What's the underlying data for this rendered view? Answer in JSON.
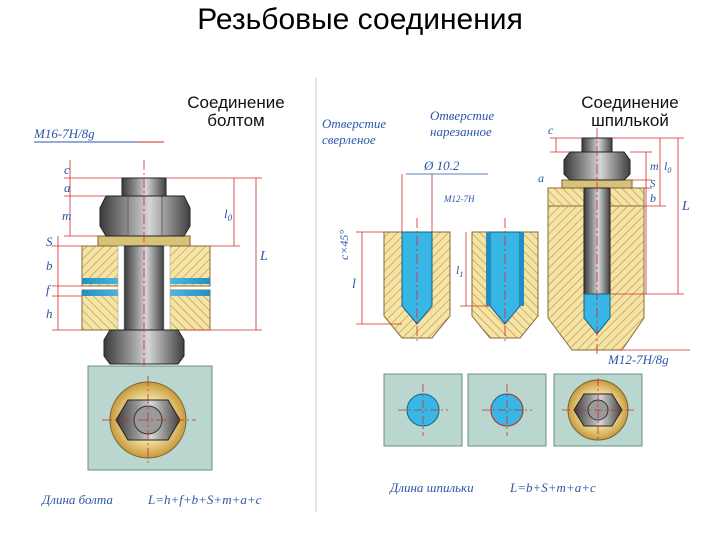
{
  "slide": {
    "title": "Резьбовые соединения"
  },
  "bolt_joint": {
    "heading_line1": "Соединение",
    "heading_line2": "болтом",
    "thread_spec": "M16-7H/8g",
    "dims": {
      "c": "c",
      "a": "a",
      "m": "m",
      "S": "S",
      "b": "b",
      "f": "f",
      "h": "h",
      "l0": "l",
      "l0_sub": "0",
      "L": "L"
    },
    "formula_label": "Длина болта",
    "formula": "L=h+f+b+S+m+a+c"
  },
  "holes": {
    "drilled_line1": "Отверстие",
    "drilled_line2": "сверленое",
    "threaded_line1": "Отверстие",
    "threaded_line2": "нарезанное",
    "diameter": "Ø 10.2",
    "chamfer": "c×45°",
    "depth": "l",
    "thread_spec": "M12-7H",
    "l1": "l",
    "l1_sub": "1"
  },
  "stud_joint": {
    "heading_line1": "Соединение",
    "heading_line2": "шпилькой",
    "thread_spec": "M12-7H/8g",
    "dims": {
      "c": "c",
      "a": "a",
      "m": "m",
      "S": "S",
      "b": "b",
      "l0": "l",
      "l0_sub": "0",
      "L": "L"
    },
    "formula_label": "Длина шпильки",
    "formula": "L=b+S+m+a+c"
  },
  "colors": {
    "part_fill": "#b9d7cf",
    "hatch": "#e2a66a",
    "washer": "#d8c27a",
    "metal_dark": "#4a4a4a",
    "thread_blue": "#38b6e6",
    "dim_red": "#d22a2a",
    "label_blue": "#2c55a8"
  }
}
